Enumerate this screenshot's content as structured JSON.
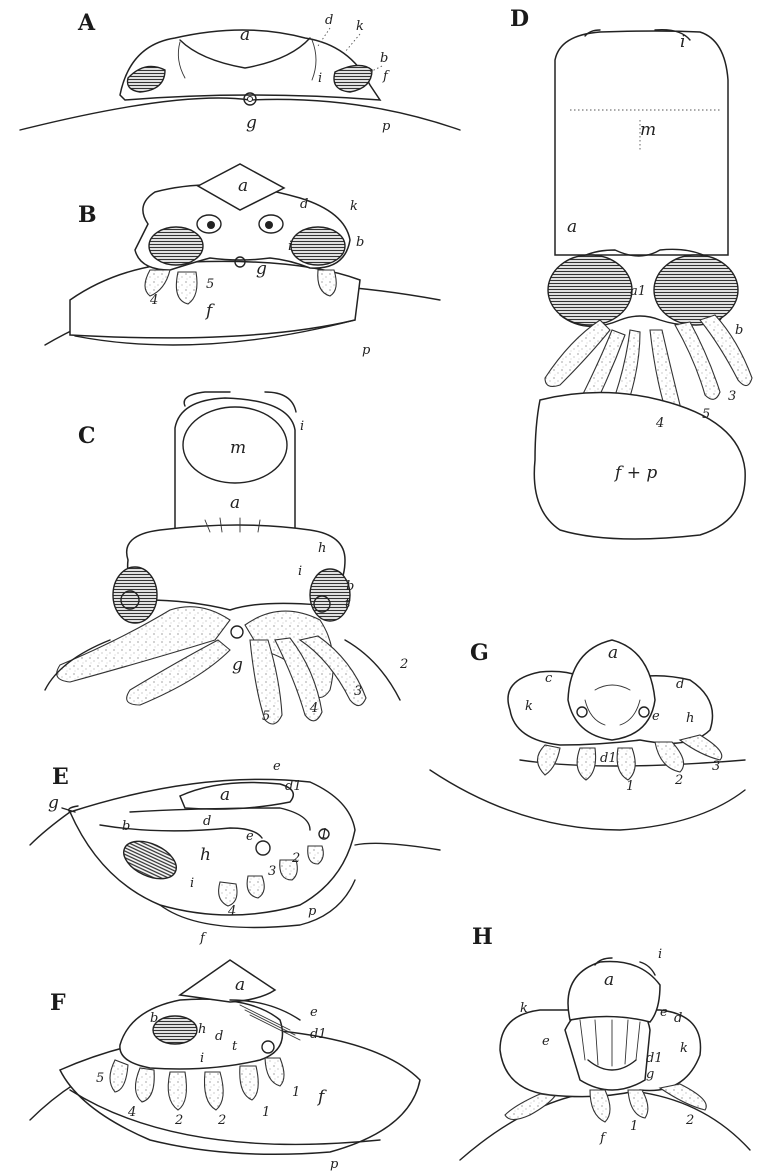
{
  "panels": [
    {
      "id": "A",
      "letter": "A",
      "labels": [
        "a",
        "d",
        "k",
        "b",
        "f",
        "i",
        "g",
        "p"
      ]
    },
    {
      "id": "B",
      "letter": "B",
      "labels": [
        "a",
        "d",
        "k",
        "b",
        "i",
        "g",
        "4",
        "5",
        "f",
        "p"
      ]
    },
    {
      "id": "C",
      "letter": "C",
      "labels": [
        "i",
        "m",
        "a",
        "h",
        "i",
        "b",
        "t",
        "g",
        "5",
        "4",
        "3",
        "2"
      ]
    },
    {
      "id": "D",
      "letter": "D",
      "labels": [
        "i",
        "m",
        "a",
        "a1",
        "b",
        "3",
        "5",
        "4",
        "f + p"
      ]
    },
    {
      "id": "E",
      "letter": "E",
      "labels": [
        "e",
        "d1",
        "a",
        "g",
        "d",
        "e",
        "b",
        "h",
        "i",
        "1",
        "2",
        "3",
        "4",
        "p",
        "f"
      ]
    },
    {
      "id": "F",
      "letter": "F",
      "labels": [
        "a",
        "e",
        "d1",
        "b",
        "h",
        "d",
        "t",
        "i",
        "5",
        "4",
        "2",
        "2",
        "1",
        "1",
        "f",
        "p"
      ]
    },
    {
      "id": "G",
      "letter": "G",
      "labels": [
        "a",
        "c",
        "d",
        "k",
        "e",
        "h",
        "d1",
        "1",
        "2",
        "3"
      ]
    },
    {
      "id": "H",
      "letter": "H",
      "labels": [
        "i",
        "a",
        "k",
        "e",
        "d",
        "e",
        "k",
        "d1",
        "g",
        "f",
        "1",
        "2"
      ]
    }
  ]
}
